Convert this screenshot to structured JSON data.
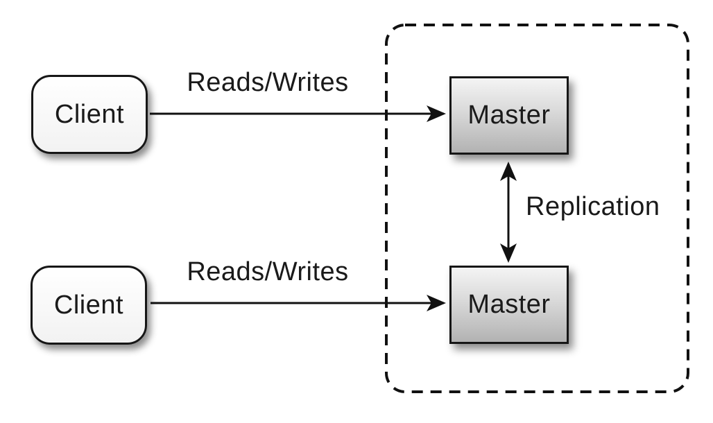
{
  "nodes": {
    "client_top": {
      "label": "Client"
    },
    "client_bottom": {
      "label": "Client"
    },
    "master_top": {
      "label": "Master"
    },
    "master_bottom": {
      "label": "Master"
    }
  },
  "edges": {
    "reads_writes_top": {
      "label": "Reads/Writes"
    },
    "reads_writes_bottom": {
      "label": "Reads/Writes"
    },
    "replication": {
      "label": "Replication"
    }
  },
  "colors": {
    "background": "#ffffff",
    "stroke": "#161616",
    "text": "#1a1a1a",
    "client_fill_top": "#ffffff",
    "client_fill_bottom": "#f2f2f2",
    "master_fill_top": "#f4f4f4",
    "master_fill_bottom": "#b2b2b2"
  }
}
